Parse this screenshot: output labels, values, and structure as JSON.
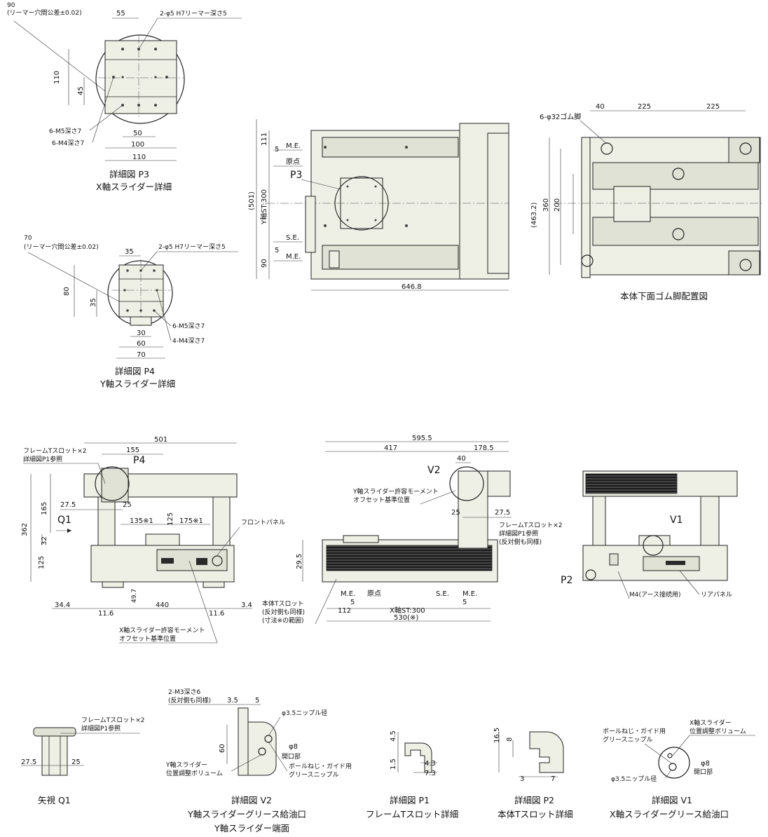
{
  "p3": {
    "dim_90": "90",
    "tolerance": "(リーマー穴間公差±0.02)",
    "dim_55": "55",
    "reamer": "2-φ5 H7リーマー深さ5",
    "dim_110v": "110",
    "dim_45": "45",
    "m5": "6-M5深さ7",
    "m4": "6-M4深さ7",
    "dim_50": "50",
    "dim_100": "100",
    "dim_110h": "110",
    "title1": "詳細図 P3",
    "title2": "X軸スライダー詳細"
  },
  "p4": {
    "dim_70t": "70",
    "tolerance": "(リーマー穴間公差±0.02)",
    "dim_35t": "35",
    "reamer": "2-φ5 H7リーマー深さ5",
    "dim_80": "80",
    "dim_35v": "35",
    "m5": "6-M5深さ7",
    "m4": "4-M4深さ7",
    "dim_30": "30",
    "dim_60": "60",
    "dim_70b": "70",
    "title1": "詳細図 P4",
    "title2": "Y軸スライダー詳細"
  },
  "top": {
    "dim_111": "111",
    "dim_501": "(501)",
    "yst": "Y軸ST:300",
    "dim_90": "90",
    "me_top": "M.E.",
    "five_top": "5",
    "origin": "原点",
    "p3_label": "P3",
    "se": "S.E.",
    "five_bot": "5",
    "me_bot": "M.E.",
    "width": "646.8"
  },
  "bottom_view": {
    "d40": "40",
    "d225a": "225",
    "d225b": "225",
    "feet": "6-φ32ゴム脚",
    "d463": "(463.2)",
    "d360": "360",
    "d200": "200",
    "title": "本体下面ゴム脚配置図"
  },
  "front": {
    "d501": "501",
    "tslot": "フレームTスロット×2",
    "tslot_ref": "詳細図P1参照",
    "d155": "155",
    "p4_label": "P4",
    "d165": "165",
    "d275": "27.5",
    "d25": "25",
    "q1": "Q1",
    "d362": "362",
    "d135": "135※1",
    "d125a": "125",
    "d175": "175※1",
    "panel": "フロントパネル",
    "d32": "32",
    "d125b": "125",
    "d497": "49.7",
    "d344l": "34.4",
    "d116l": "11.6",
    "d440": "440",
    "d116r": "11.6",
    "d34r": "3.4",
    "xmoment1": "X軸スライダー許容モーメント",
    "xmoment2": "オフセット基準位置"
  },
  "side": {
    "d5955": "595.5",
    "d417": "417",
    "d1785": "178.5",
    "v2": "V2",
    "d40": "40",
    "ymoment1": "Y軸スライダー許容モーメント",
    "ymoment2": "オフセット基準位置",
    "d25": "25",
    "d275": "27.5",
    "tslot": "フレームTスロット×2",
    "tslot_ref": "詳細図P1参照",
    "tslot_same": "(反対側も同様)",
    "d295": "29.5",
    "bodyslot1": "本体Tスロット",
    "bodyslot2": "(反対側も同様)",
    "bodyslot3": "(寸法※の範囲)",
    "me_l": "M.E.",
    "five_l": "5",
    "origin": "原点",
    "se": "S.E.",
    "me_r": "M.E.",
    "five_r": "5",
    "d112": "112",
    "xst": "X軸ST:300",
    "d530": "530(※)"
  },
  "rear": {
    "v1": "V1",
    "p2": "P2",
    "m4": "M4(アース接続用)",
    "panel": "リアパネル"
  },
  "q1": {
    "tslot": "フレームTスロット×2",
    "tslot_ref": "詳細図P1参照",
    "d275": "27.5",
    "d25": "25",
    "title": "矢視 Q1"
  },
  "v2": {
    "m3": "2-M3深さ6",
    "same": "(反対側も同様)",
    "d35": "3.5",
    "d5": "5",
    "nipple": "φ3.5ニップル径",
    "d60": "60",
    "phi8": "φ8",
    "opening": "開口部",
    "vol1": "Y軸スライダー",
    "vol2": "位置調整ボリューム",
    "grease1": "ボールねじ・ガイド用",
    "grease2": "グリースニップル",
    "title1": "詳細図 V2",
    "title2": "Y軸スライダーグリース給油口",
    "title3": "Y軸スライダー端面"
  },
  "p1": {
    "d45": "4.5",
    "d15": "1.5",
    "d43": "4.3",
    "d73": "7.3",
    "title1": "詳細図 P1",
    "title2": "フレームTスロット詳細"
  },
  "p2": {
    "d165": "16.5",
    "d8": "8",
    "d3": "3",
    "d7": "7",
    "title1": "詳細図 P2",
    "title2": "本体Tスロット詳細"
  },
  "v1": {
    "grease1": "ボールねじ・ガイド用",
    "grease2": "グリースニップル",
    "vol1": "X軸スライダー",
    "vol2": "位置調整ボリューム",
    "phi8": "φ8",
    "opening": "開口部",
    "nipple": "φ3.5ニップル径",
    "title1": "詳細図 V1",
    "title2": "X軸スライダーグリース給油口"
  }
}
